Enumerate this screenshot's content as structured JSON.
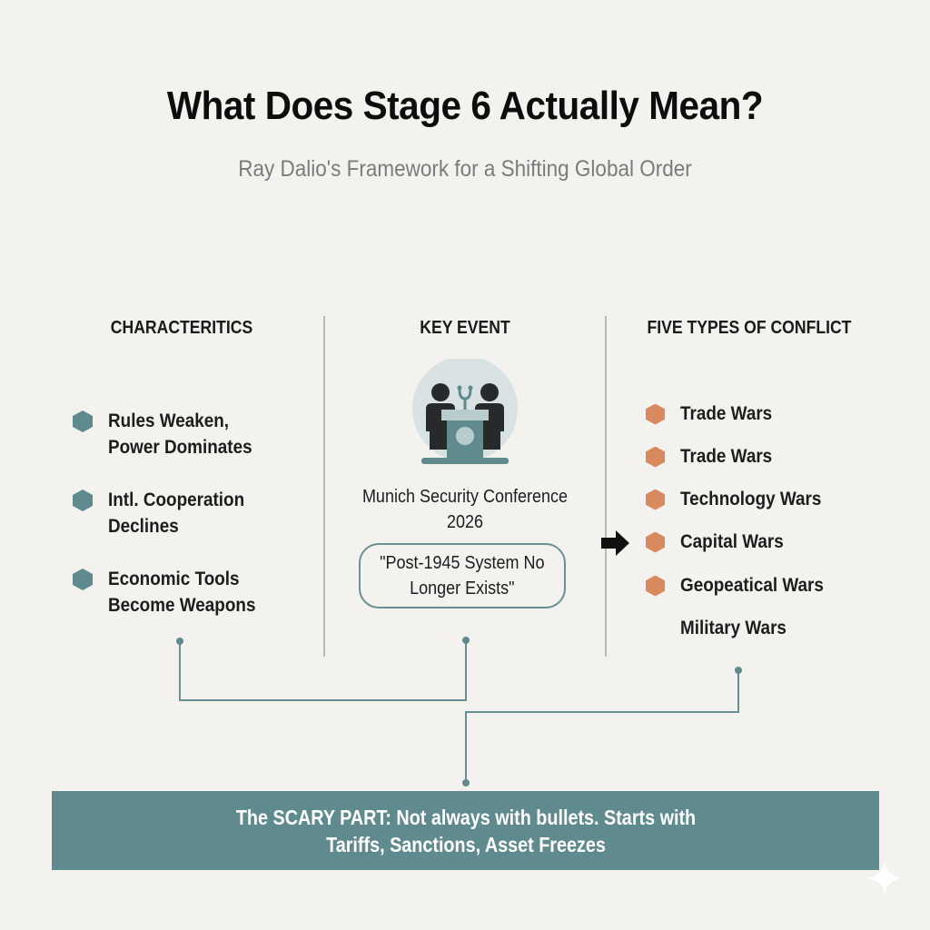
{
  "header": {
    "title": "What Does Stage 6 Actually Mean?",
    "subtitle": "Ray Dalio's Framework for a Shifting Global Order"
  },
  "columns": {
    "characteristics": {
      "heading": "CHARACTERITICS",
      "items": [
        {
          "line1": "Rules Weaken,",
          "line2": "Power Dominates"
        },
        {
          "line1": "Intl. Cooperation",
          "line2": "Declines"
        },
        {
          "line1": "Economic Tools",
          "line2": "Become Weapons"
        }
      ],
      "bullet_color": "#5f8b8f",
      "bullet_icon": "hexagon-icon"
    },
    "key_event": {
      "heading": "KEY EVENT",
      "icon": "podium-speakers-icon",
      "event_line1": "Munich Security Conference",
      "event_line2": "2026",
      "quote_line1": "\"Post-1945 System No",
      "quote_line2": "Longer Exists\""
    },
    "conflicts": {
      "heading": "FIVE TYPES OF CONFLICT",
      "items": [
        {
          "label": "Trade Wars",
          "bullet": true
        },
        {
          "label": "Trade Wars",
          "bullet": true
        },
        {
          "label": "Technology Wars",
          "bullet": true
        },
        {
          "label": "Capital Wars",
          "bullet": true,
          "arrow": true
        },
        {
          "label": "Geopeatical Wars",
          "bullet": true
        },
        {
          "label": "Military Wars",
          "bullet": false
        }
      ],
      "bullet_color": "#d8895d",
      "bullet_icon": "hexagon-icon",
      "arrow_icon": "right-arrow-icon"
    }
  },
  "banner": {
    "line1": "The SCARY PART: Not always with bullets. Starts with",
    "line2": "Tariffs, Sanctions, Asset Freezes",
    "color": "#5f8b8f"
  },
  "colors": {
    "background": "#f4f2ee",
    "accent_teal": "#5f8b8f",
    "accent_orange": "#d8895d",
    "connector": "#6a9094"
  }
}
